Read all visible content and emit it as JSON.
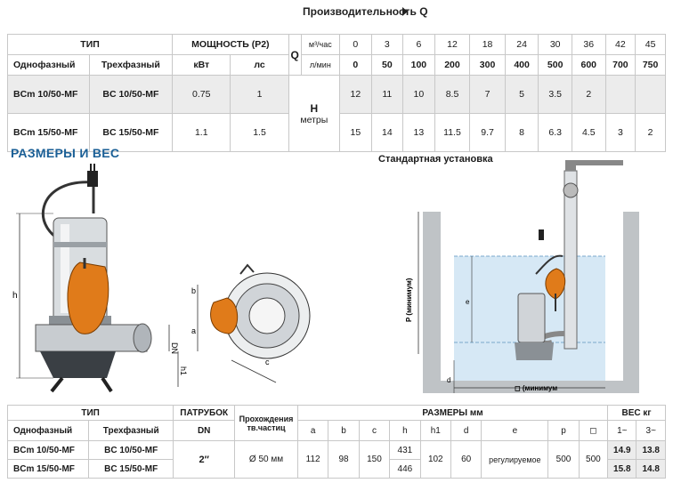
{
  "performance": {
    "title": "Производительность Q",
    "type_header": "ТИП",
    "power_header": "МОЩНОСТЬ (P2)",
    "single_phase": "Однофазный",
    "three_phase": "Трехфазный",
    "kw": "кВт",
    "hp": "лс",
    "q": "Q",
    "unit_m3h": "м³/час",
    "unit_lmin": "л/мин",
    "h_label": "H",
    "h_unit": "метры",
    "m3h": [
      "0",
      "3",
      "6",
      "12",
      "18",
      "24",
      "30",
      "36",
      "42",
      "45"
    ],
    "lmin": [
      "0",
      "50",
      "100",
      "200",
      "300",
      "400",
      "500",
      "600",
      "700",
      "750"
    ],
    "rows": [
      {
        "single": "BCm 10/50-MF",
        "three": "BC 10/50-MF",
        "kw": "0.75",
        "hp": "1",
        "h": [
          "12",
          "11",
          "10",
          "8.5",
          "7",
          "5",
          "3.5",
          "2",
          "",
          ""
        ]
      },
      {
        "single": "BCm 15/50-MF",
        "three": "BC 15/50-MF",
        "kw": "1.1",
        "hp": "1.5",
        "h": [
          "15",
          "14",
          "13",
          "11.5",
          "9.7",
          "8",
          "6.3",
          "4.5",
          "3",
          "2"
        ]
      }
    ]
  },
  "section_title": "РАЗМЕРЫ И ВЕС",
  "install_title": "Стандартная установка",
  "drawing_labels": {
    "h": "h",
    "h1": "h1",
    "dn": "DN",
    "a": "a",
    "b": "b",
    "c": "c",
    "p_min": "P (минимум)",
    "e": "e",
    "d": "d",
    "square_min": "◻ (минимум"
  },
  "dimensions": {
    "type_header": "ТИП",
    "port_header": "ПАТРУБОК",
    "port_sub": "DN",
    "passage_header_1": "Прохождения",
    "passage_header_2": "тв.частиц",
    "sizes_header": "РАЗМЕРЫ мм",
    "weight_header": "ВЕС кг",
    "single_phase": "Однофазный",
    "three_phase": "Трехфазный",
    "cols": [
      "a",
      "b",
      "c",
      "h",
      "h1",
      "d",
      "e",
      "p",
      "◻"
    ],
    "weight_cols": [
      "1~",
      "3~"
    ],
    "port_value": "2″",
    "passage_value": "Ø 50 мм",
    "a": "112",
    "b": "98",
    "c": "150",
    "h_values": [
      "431",
      "446"
    ],
    "h1": "102",
    "d": "60",
    "e": "регулируемое",
    "p": "500",
    "sq": "500",
    "rows": [
      {
        "single": "BCm 10/50-MF",
        "three": "BC 10/50-MF",
        "w1": "14.9",
        "w3": "13.8"
      },
      {
        "single": "BCm 15/50-MF",
        "three": "BC 15/50-MF",
        "w1": "15.8",
        "w3": "14.8"
      }
    ]
  }
}
